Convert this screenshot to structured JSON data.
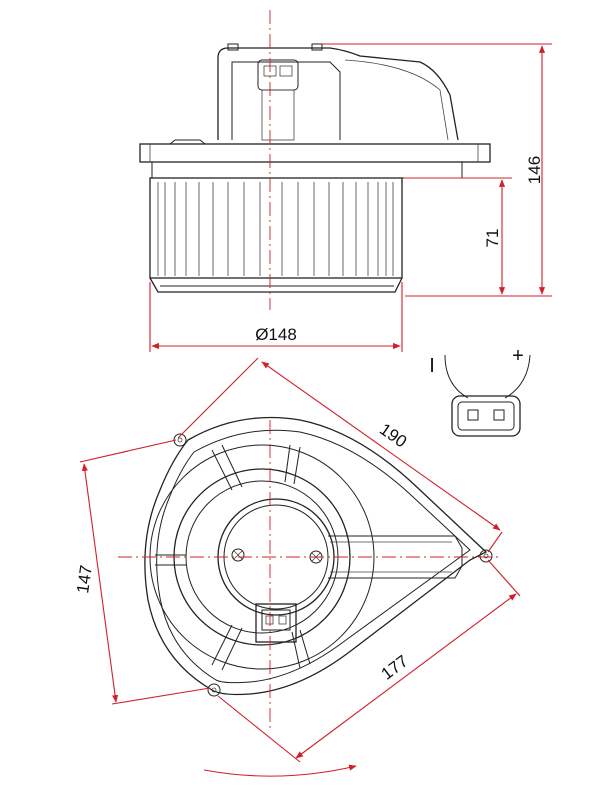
{
  "dimensions": {
    "diameter": "Ø148",
    "height_total": "146",
    "height_fan": "71",
    "width_190": "190",
    "height_147": "147",
    "length_177": "177"
  },
  "connector": {
    "minus_symbol": "I",
    "plus_symbol": "+"
  },
  "colors": {
    "outline": "#222222",
    "dimension": "#d0202a"
  }
}
